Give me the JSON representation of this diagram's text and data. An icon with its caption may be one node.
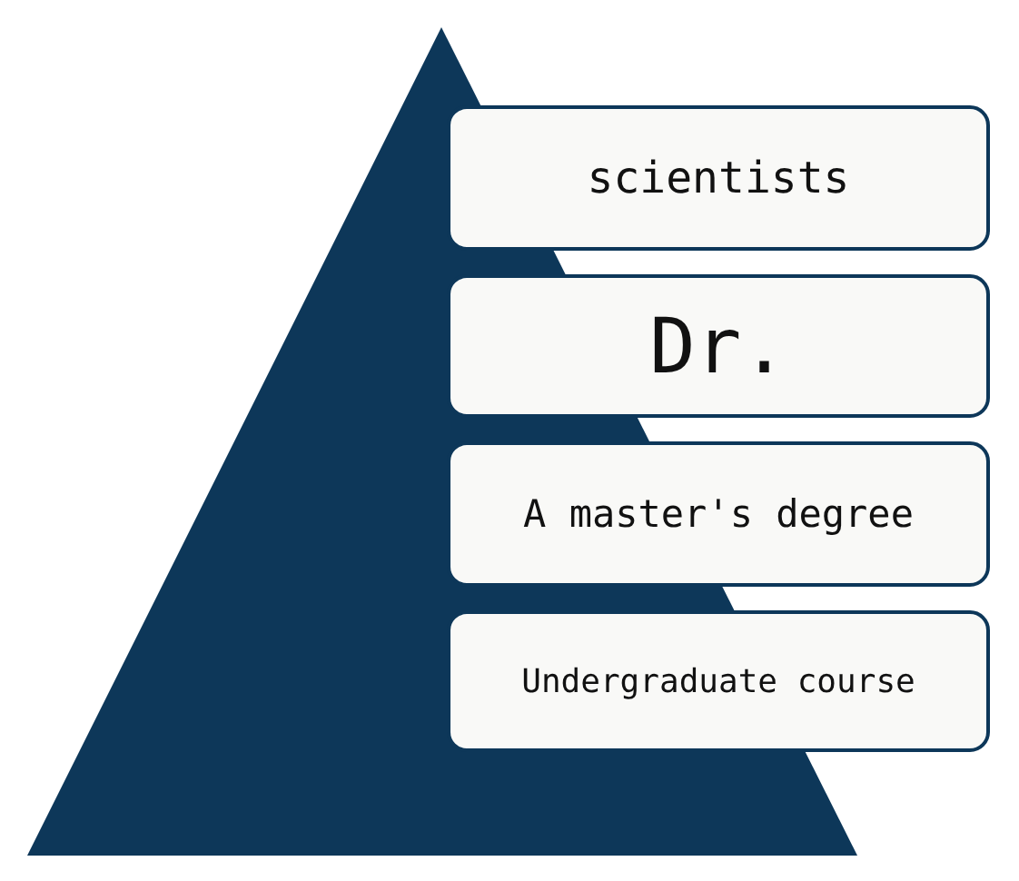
{
  "diagram": {
    "nodes": [
      {
        "text": [
          "scientists"
        ]
      },
      {
        "text": [
          "Dr."
        ]
      },
      {
        "text": [
          "A master's degree"
        ]
      },
      {
        "text": [
          "Undergraduate course"
        ]
      }
    ]
  }
}
